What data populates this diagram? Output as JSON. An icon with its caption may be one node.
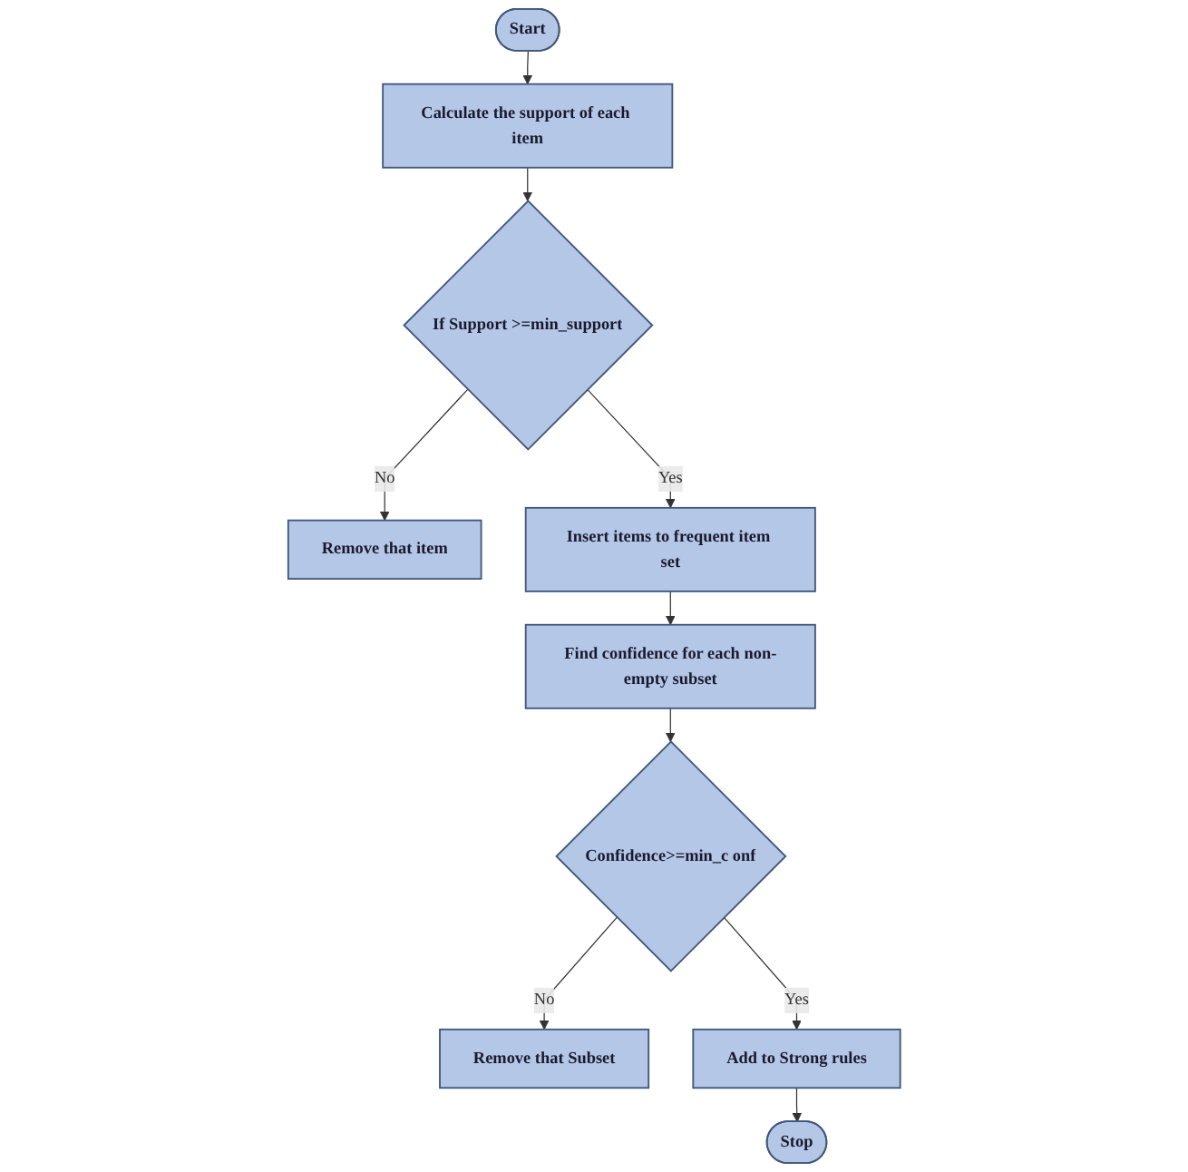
{
  "diagram": {
    "nodes": [
      {
        "text": [
          "Start"
        ]
      },
      {
        "text": [
          "Calculate the support of each item"
        ]
      },
      {
        "text": [
          "If Support >=min_support"
        ]
      },
      {
        "text": [
          "Remove that item"
        ]
      },
      {
        "text": [
          "Insert items to frequent item set"
        ]
      },
      {
        "text": [
          "Find confidence for each non-empty subset"
        ]
      },
      {
        "text": [
          "Confidence>=min_c onf"
        ]
      },
      {
        "text": [
          "Remove that Subset"
        ]
      },
      {
        "text": [
          "Add to Strong rules"
        ]
      },
      {
        "text": [
          "Stop"
        ]
      }
    ],
    "edges": [
      {
        "from": 0,
        "to": 1,
        "arrow": "to"
      },
      {
        "from": 1,
        "to": 2,
        "arrow": "to"
      },
      {
        "from": 2,
        "to": 3,
        "arrow": "to",
        "label": "No"
      },
      {
        "from": 2,
        "to": 4,
        "arrow": "to",
        "label": "Yes"
      },
      {
        "from": 4,
        "to": 5,
        "arrow": "to"
      },
      {
        "from": 5,
        "to": 6,
        "arrow": "to"
      },
      {
        "from": 6,
        "to": 7,
        "arrow": "to",
        "label": "No"
      },
      {
        "from": 6,
        "to": 8,
        "arrow": "to",
        "label": "Yes"
      },
      {
        "from": 8,
        "to": 9,
        "arrow": "to"
      }
    ]
  }
}
